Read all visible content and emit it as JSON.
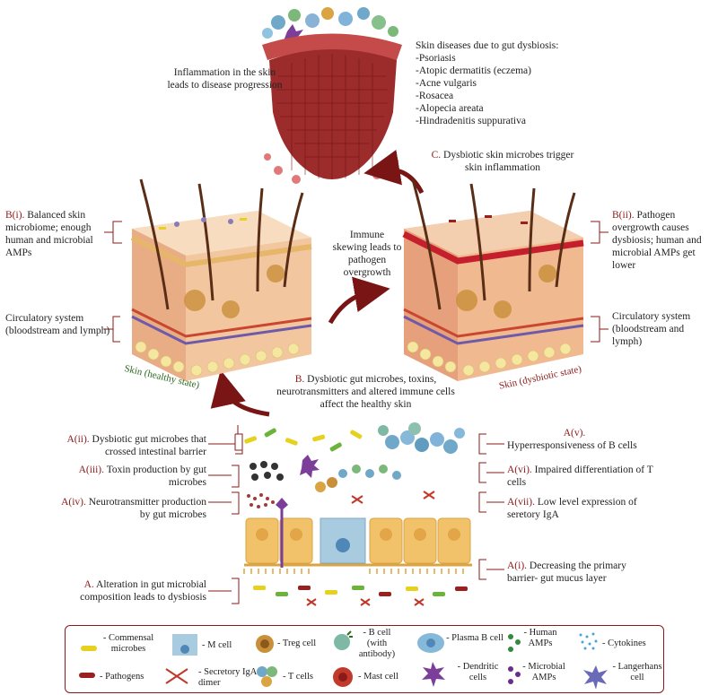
{
  "top": {
    "inflammation_text": "Inflammation in the skin leads to disease progression",
    "diseases_title": "Skin diseases due to gut dysbiosis:",
    "diseases": [
      "-Psoriasis",
      "-Atopic dermatitis (eczema)",
      "-Acne vulgaris",
      "-Rosacea",
      "-Alopecia areata",
      "-Hindradenitis suppurativa"
    ]
  },
  "C": {
    "letter": "C.",
    "text": "Dysbiotic skin microbes trigger skin inflammation"
  },
  "left_skin": {
    "bi_letter": "B(i).",
    "bi_text": "Balanced skin microbiome; enough human and microbial AMPs",
    "circ_text": "Circulatory system (bloodstream and lymph)",
    "caption": "Skin (healthy state)"
  },
  "middle": {
    "immune_text": "Immune skewing leads to pathogen overgrowth"
  },
  "right_skin": {
    "bii_letter": "B(ii).",
    "bii_text": "Pathogen overgrowth causes dysbiosis; human and microbial AMPs get lower",
    "circ_text": "Circulatory system (bloodstream and lymph)",
    "caption": "Skin (dysbiotic state)"
  },
  "B": {
    "letter": "B.",
    "text": "Dysbiotic gut microbes, toxins, neurotransmitters and altered immune cells affect the healthy skin"
  },
  "gut_left": {
    "aii_letter": "A(ii).",
    "aii_text": "Dysbiotic gut microbes that crossed intestinal barrier",
    "aiii_letter": "A(iii).",
    "aiii_text": "Toxin production by gut microbes",
    "aiv_letter": "A(iv).",
    "aiv_text": "Neurotransmitter production by gut microbes",
    "a_letter": "A.",
    "a_text": "Alteration in gut microbial composition leads to dysbiosis"
  },
  "gut_right": {
    "av_letter": "A(v).",
    "av_text": "Hyperresponsiveness of B cells",
    "avi_letter": "A(vi).",
    "avi_text": "Impaired differentiation of T cells",
    "avii_letter": "A(vii).",
    "avii_text": "Low level expression of seretory IgA",
    "ai_letter": "A(i).",
    "ai_text": "Decreasing the primary barrier- gut mucus layer"
  },
  "legend": {
    "commensal": "- Commensal microbes",
    "pathogens": "- Pathogens",
    "m_cell": "- M cell",
    "iga": "- Secretory IgA dimer",
    "treg": "- Treg cell",
    "t_cells": "- T cells",
    "b_cell": "- B cell (with antibody)",
    "mast": "- Mast cell",
    "plasma": "- Plasma B cell",
    "dendritic": "- Dendritic cells",
    "human_amps": "- Human AMPs",
    "microbial_amps": "- Microbial AMPs",
    "cytokines": "- Cytokines",
    "langerhans": "- Langerhans cell"
  },
  "colors": {
    "label_red": "#8b1a1a",
    "arrow": "#7a1515",
    "commensal": "#e6d21e",
    "pathogen": "#9a1f1f",
    "caption_green": "#2e6b1f",
    "caption_red": "#8b1a1a"
  }
}
